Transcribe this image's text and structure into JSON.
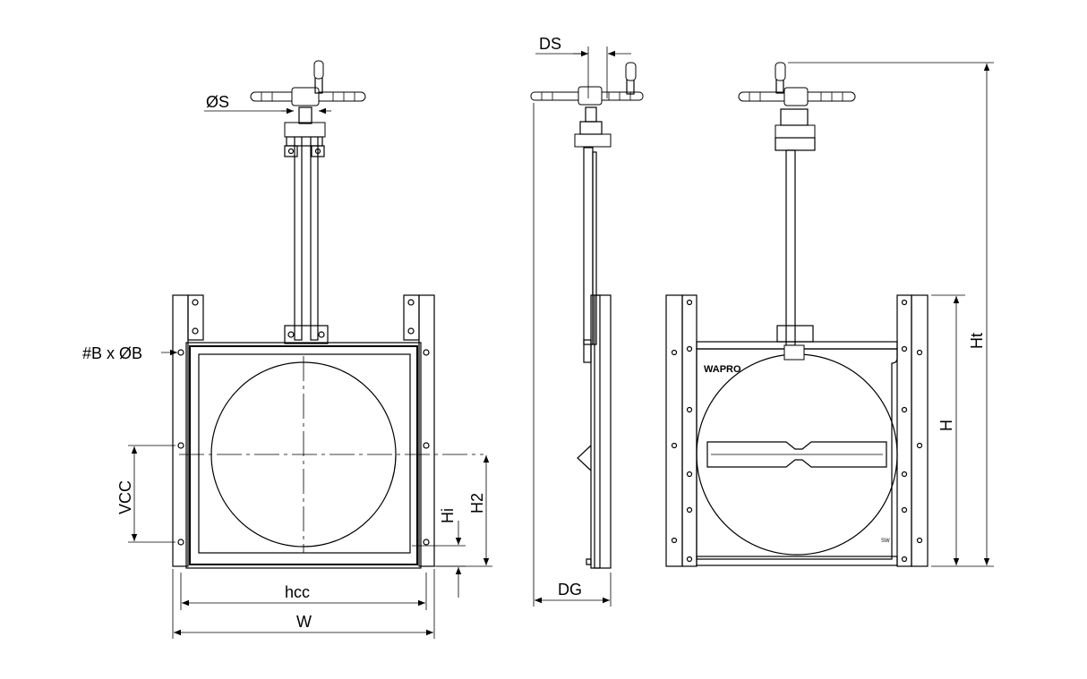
{
  "labels": {
    "bolt_holes": "#B x ØB",
    "shaft_diameter": "ØS",
    "offset": "DS",
    "vertical_centers": "VCC",
    "bottom_height": "Hi",
    "center_height": "H2",
    "horizontal_centers": "hcc",
    "width": "W",
    "depth": "DG",
    "height": "H",
    "total_height": "Ht"
  },
  "plate": {
    "brand": "WAPRO",
    "marking": "SW"
  },
  "colors": {
    "line": "#000000",
    "paper": "#ffffff"
  }
}
